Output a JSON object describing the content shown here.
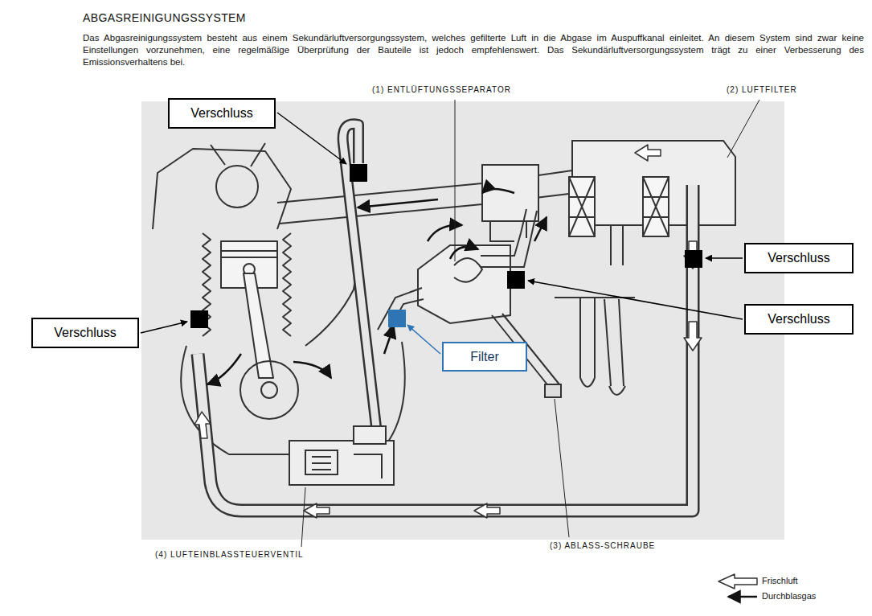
{
  "diagram": {
    "title": "ABGASREINIGUNGSSYSTEM",
    "nodes": [
      {
        "text": [
          "Verschluss"
        ]
      },
      {
        "text": [
          "Verschluss"
        ]
      },
      {
        "text": [
          "Verschluss"
        ]
      },
      {
        "text": [
          "Verschluss"
        ]
      },
      {
        "text": [
          "Filter"
        ]
      }
    ],
    "labels": [
      "Das Abgasreinigungssystem besteht aus einem Sekundärluftversorgungssystem, welches gefilterte Luft in die Abgase im Auspuffkanal einleitet. An diesem System sind zwar keine Einstellungen vorzunehmen, eine regelmäßige Überprüfung der Bauteile ist jedoch empfehlenswert. Das Sekundärluftversorgungssystem trägt zu einer Verbesserung des Emissionsverhaltens bei.",
      "(1) ENTLÜFTUNGSSEPARATOR",
      "(2) LUFTFILTER",
      "(3) ABLASS-SCHRAUBE",
      "(4) LUFTEINBLASSTEUERVENTIL"
    ],
    "legend": [
      {
        "text": "Frischluft"
      },
      {
        "text": "Durchblasgas"
      }
    ]
  }
}
